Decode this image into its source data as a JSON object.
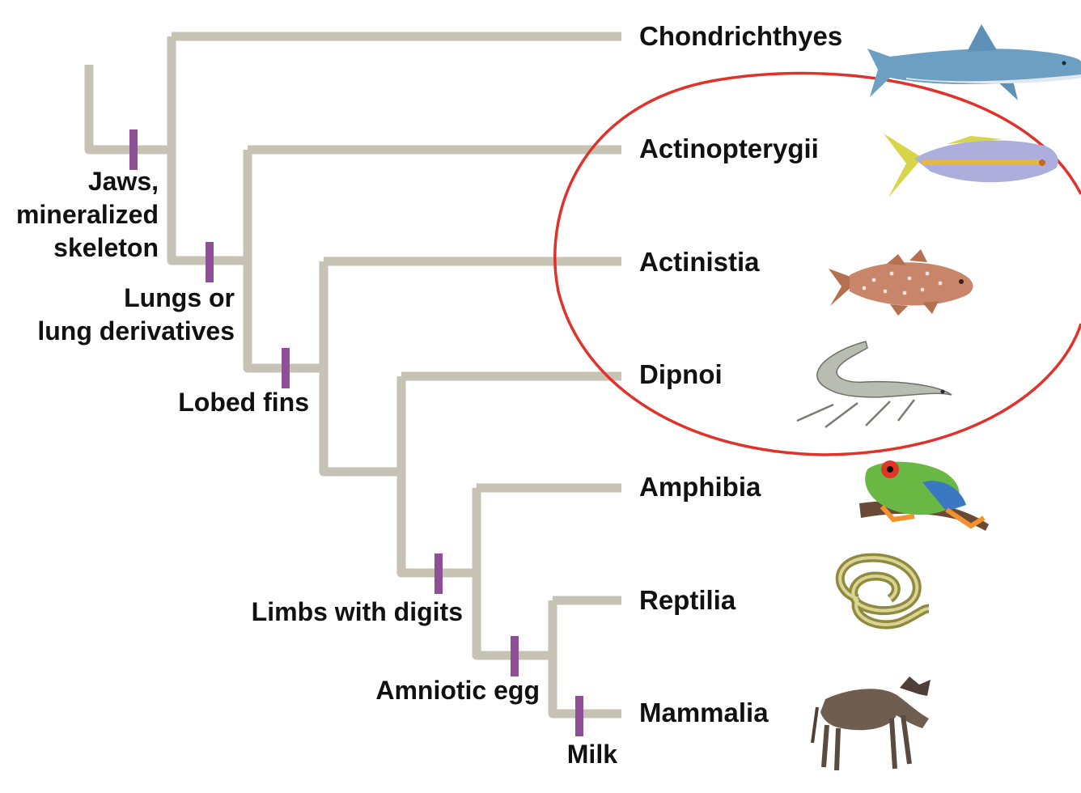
{
  "colors": {
    "branch": "#c6c3b4",
    "marker": "#8f4f96",
    "highlight_ring": "#e0322a",
    "text": "#111111"
  },
  "taxa": [
    {
      "name": "Chondrichthyes",
      "icon": "shark-icon"
    },
    {
      "name": "Actinopterygii",
      "icon": "ray-finned-fish-icon"
    },
    {
      "name": "Actinistia",
      "icon": "coelacanth-icon"
    },
    {
      "name": "Dipnoi",
      "icon": "lungfish-icon"
    },
    {
      "name": "Amphibia",
      "icon": "frog-icon"
    },
    {
      "name": "Reptilia",
      "icon": "snake-icon"
    },
    {
      "name": "Mammalia",
      "icon": "wildebeest-icon"
    }
  ],
  "traits": [
    {
      "lines": [
        "Jaws,",
        "mineralized",
        "skeleton"
      ]
    },
    {
      "lines": [
        "Lungs or",
        "lung derivatives"
      ]
    },
    {
      "lines": [
        "Lobed fins"
      ]
    },
    {
      "lines": [
        "Limbs with digits"
      ]
    },
    {
      "lines": [
        "Amniotic egg"
      ]
    },
    {
      "lines": [
        "Milk"
      ]
    }
  ]
}
